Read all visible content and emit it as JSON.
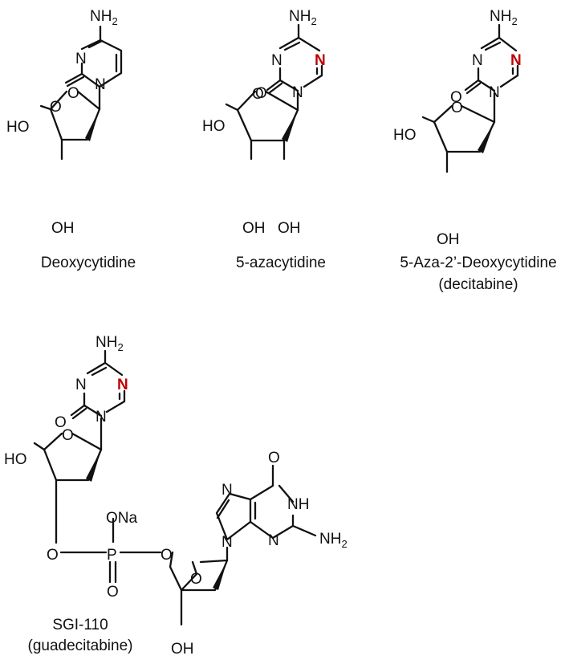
{
  "colors": {
    "ink": "#111111",
    "highlight": "#c00000"
  },
  "atoms": {
    "nh": "NH",
    "sub2": "2",
    "n": "N",
    "o": "O",
    "oh": "OH",
    "ho": "HO",
    "p": "P",
    "ona": "ONa",
    "h": "H"
  },
  "compounds": [
    {
      "caption": [
        "Deoxycytidine"
      ]
    },
    {
      "caption": [
        "5-azacytidine"
      ]
    },
    {
      "caption": [
        "5-Aza-2’-Deoxycytidine",
        "(decitabine)"
      ]
    },
    {
      "caption": [
        "SGI-110",
        "(guadecitabine)"
      ]
    }
  ]
}
